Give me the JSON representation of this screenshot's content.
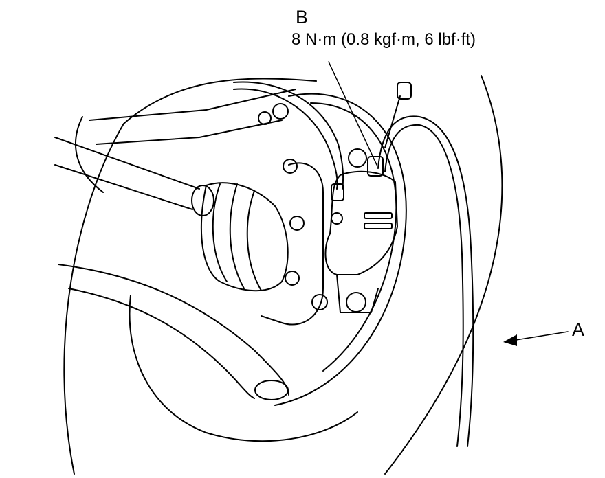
{
  "callouts": {
    "b": {
      "letter": "B",
      "spec": "8 N·m (0.8 kgf·m, 6 lbf·ft)"
    },
    "a": {
      "letter": "A"
    }
  },
  "colors": {
    "line": "#000000",
    "background": "#ffffff"
  }
}
